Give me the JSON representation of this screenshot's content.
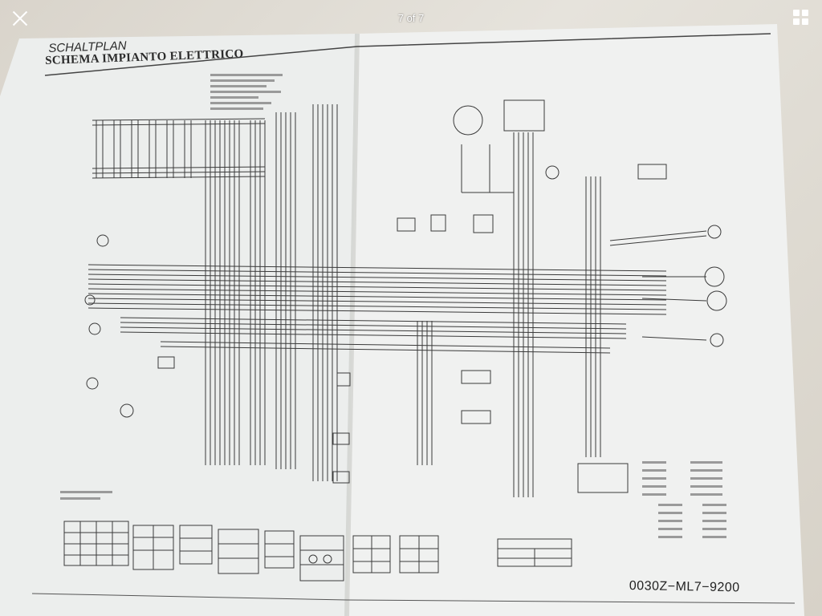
{
  "viewer": {
    "counter": "7 of 7",
    "close_icon": "close-icon",
    "grid_icon": "grid-icon"
  },
  "document": {
    "title_de": "SCHALTPLAN",
    "title_it": "SCHEMA IMPIANTO ELETTRICO",
    "part_number": "0030Z−ML7−9200"
  },
  "colors": {
    "paper": "#eef0f0",
    "ink": "#333333",
    "background": "#cfc8bd"
  }
}
